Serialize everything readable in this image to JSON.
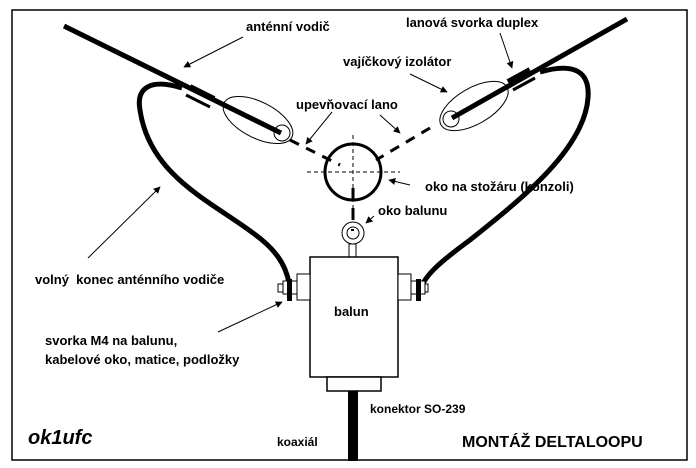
{
  "title": "MONTÁŽ DELTALOOPU",
  "signature": "ok1ufc",
  "labels": {
    "antenna_wire": "anténní vodič",
    "rope_clamp": "lanová svorka duplex",
    "egg_insulator": "vajíčkový izolátor",
    "mounting_rope": "upevňovací lano",
    "mast_eye": "oko na stožáru (konzoli)",
    "balun_eye": "oko balunu",
    "free_end": "volný  konec anténního vodiče",
    "terminal_line1": "svorka M4 na balunu,",
    "terminal_line2": "kabelové oko, matice, podložky",
    "balun": "balun",
    "connector": "konektor SO-239",
    "coax": "koaxiál"
  },
  "colors": {
    "ink": "#000000",
    "background": "#ffffff"
  }
}
